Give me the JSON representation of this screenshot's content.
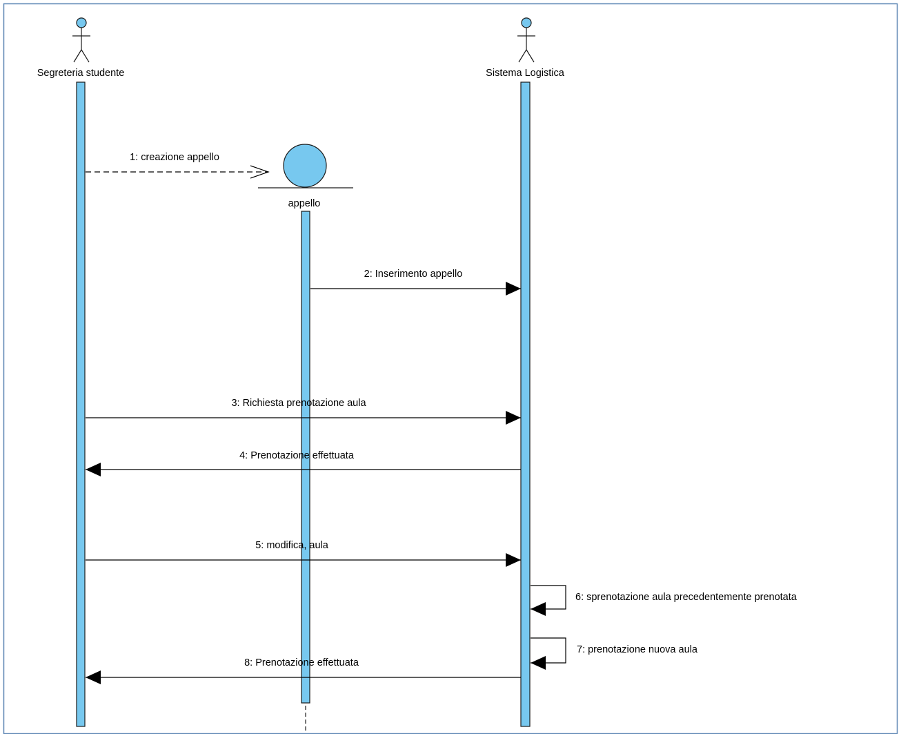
{
  "diagram": {
    "type": "sequence",
    "participants": [
      {
        "id": "segreteria",
        "name": "Segreteria studente",
        "kind": "actor"
      },
      {
        "id": "appello",
        "name": "appello",
        "kind": "entity"
      },
      {
        "id": "logistica",
        "name": "Sistema Logistica",
        "kind": "actor"
      }
    ],
    "messages": [
      {
        "label": "1: creazione appello",
        "from": "segreteria",
        "to": "appello",
        "style": "create"
      },
      {
        "label": "2: Inserimento appello",
        "from": "appello",
        "to": "logistica",
        "style": "sync"
      },
      {
        "label": "3: Richiesta prenotazione aula",
        "from": "segreteria",
        "to": "logistica",
        "style": "sync"
      },
      {
        "label": "4: Prenotazione effettuata",
        "from": "logistica",
        "to": "segreteria",
        "style": "sync"
      },
      {
        "label": "5: modifica, aula",
        "from": "segreteria",
        "to": "logistica",
        "style": "sync"
      },
      {
        "label": "6: sprenotazione aula precedentemente prenotata",
        "from": "logistica",
        "to": "logistica",
        "style": "self"
      },
      {
        "label": "7: prenotazione nuova aula",
        "from": "logistica",
        "to": "logistica",
        "style": "self"
      },
      {
        "label": "8: Prenotazione effettuata",
        "from": "logistica",
        "to": "segreteria",
        "style": "sync"
      }
    ]
  },
  "colors": {
    "fill": "#77c8ef",
    "stroke": "#1a1a1a",
    "frame": "#5b85b3"
  }
}
